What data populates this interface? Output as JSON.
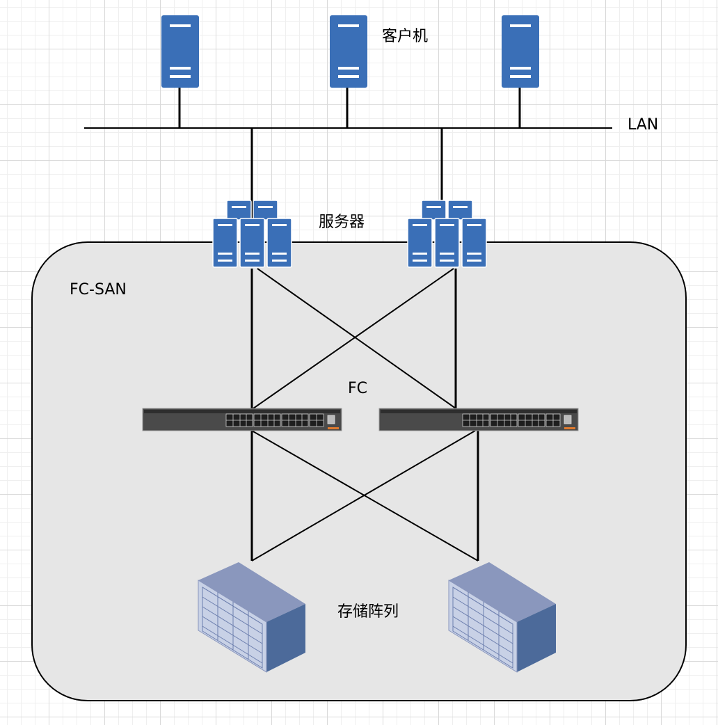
{
  "labels": {
    "clients": "客户机",
    "lan": "LAN",
    "servers": "服务器",
    "fc_san": "FC-SAN",
    "fc": "FC",
    "storage": "存储阵列"
  },
  "colors": {
    "server_blue": "#3a6fb7",
    "server_stripe": "#ffffff",
    "san_fill": "#e6e6e6",
    "line": "#000000",
    "storage_front": "#c8d1e6",
    "storage_top": "#8a97bd",
    "storage_side": "#4c6a9a",
    "switch_body": "#3e3e3e",
    "switch_accent": "#e07a2e"
  }
}
